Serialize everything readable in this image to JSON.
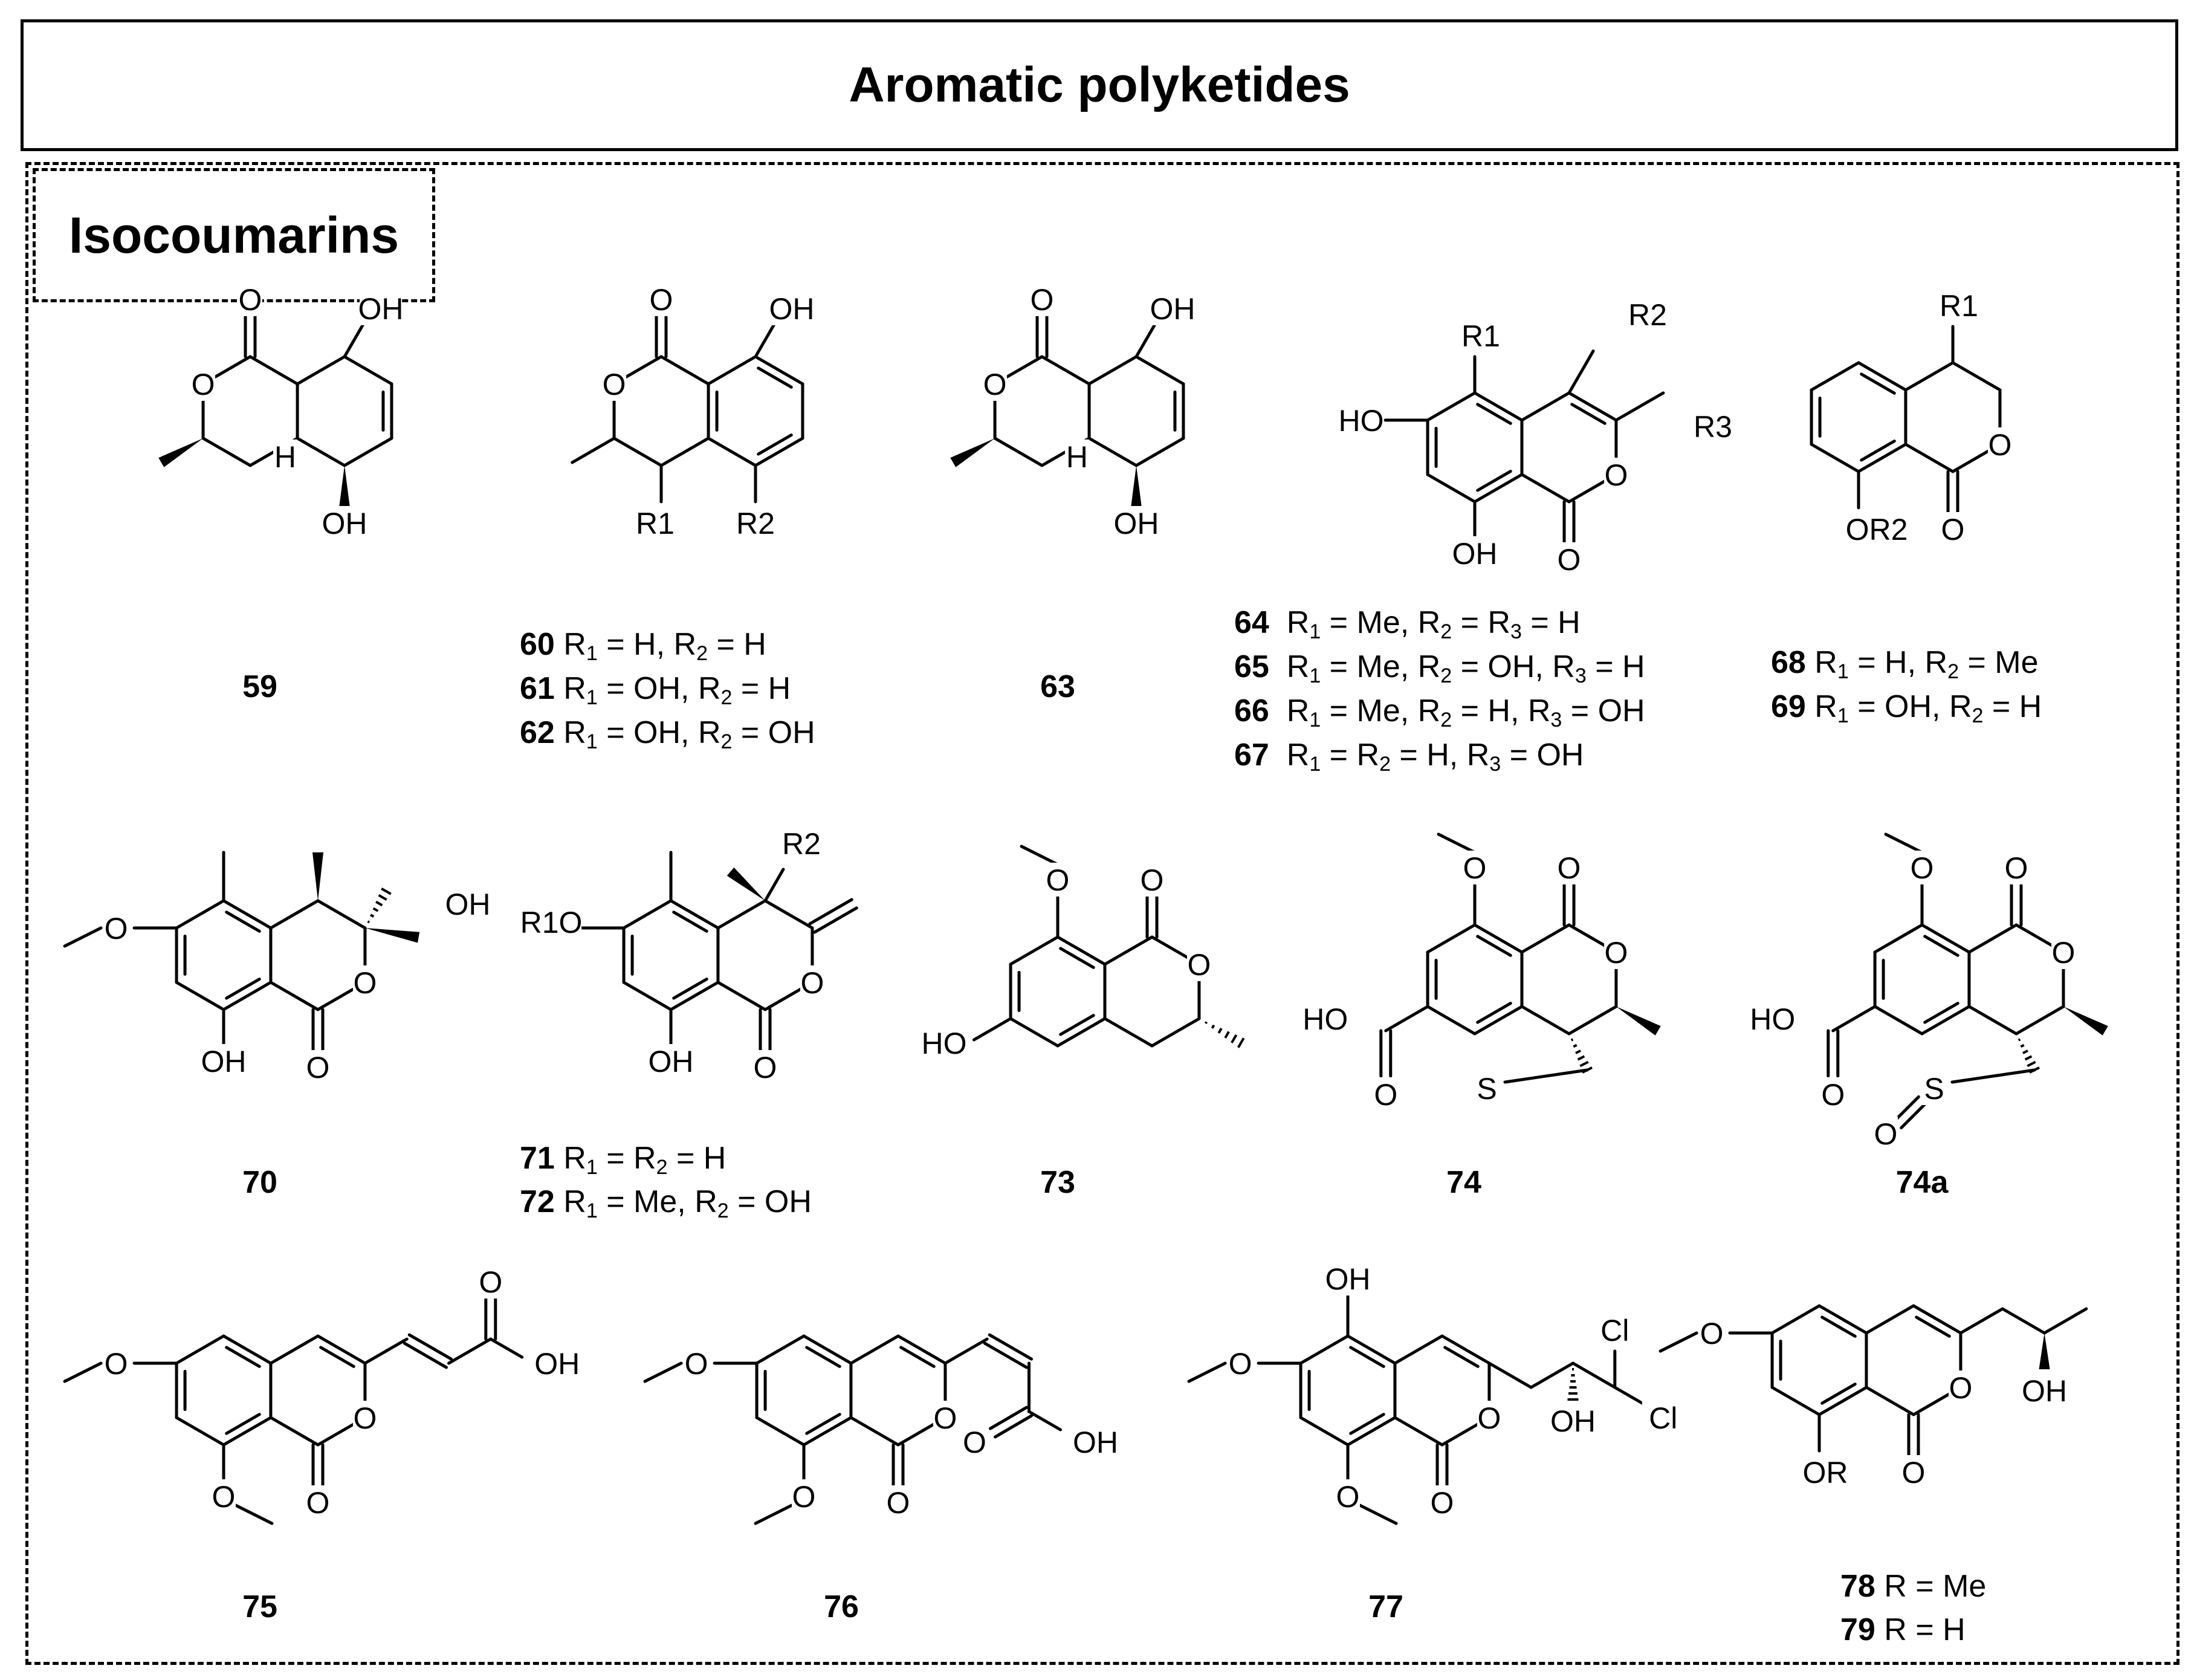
{
  "title": "Aromatic polyketides",
  "section_label": "Isocoumarins",
  "compounds": [
    {
      "id": "59"
    },
    {
      "id": "60",
      "substituents": "R1 = H, R2 = H"
    },
    {
      "id": "61",
      "substituents": "R1 = OH, R2 = H"
    },
    {
      "id": "62",
      "substituents": "R1 = OH, R2 = OH"
    },
    {
      "id": "63"
    },
    {
      "id": "64",
      "substituents": "R1 = Me, R2 = R3 = H"
    },
    {
      "id": "65",
      "substituents": "R1 = Me, R2 = OH, R3 = H"
    },
    {
      "id": "66",
      "substituents": "R1 = Me, R2 = H, R3 = OH"
    },
    {
      "id": "67",
      "substituents": "R1 = R2 = H, R3 = OH"
    },
    {
      "id": "68",
      "substituents": "R1 = H, R2 = Me"
    },
    {
      "id": "69",
      "substituents": "R1 = OH, R2 = H"
    },
    {
      "id": "70"
    },
    {
      "id": "71",
      "substituents": "R1 = R2 = H"
    },
    {
      "id": "72",
      "substituents": "R1 = Me, R2 = OH"
    },
    {
      "id": "73"
    },
    {
      "id": "74"
    },
    {
      "id": "74a"
    },
    {
      "id": "75"
    },
    {
      "id": "76"
    },
    {
      "id": "77"
    },
    {
      "id": "78",
      "substituents": "R = Me"
    },
    {
      "id": "79",
      "substituents": "R = H"
    }
  ]
}
